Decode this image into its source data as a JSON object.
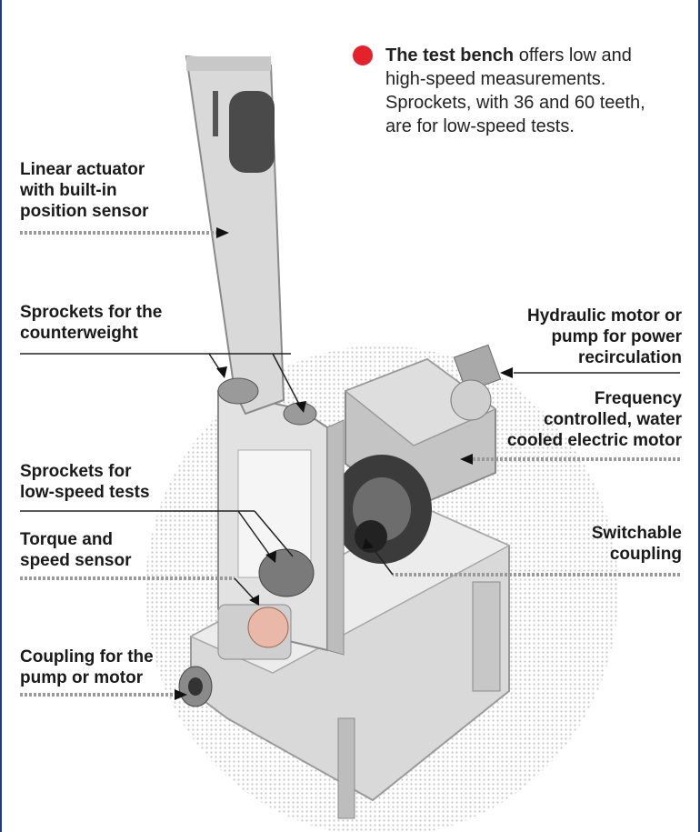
{
  "caption": {
    "bold": "The test bench",
    "rest": " offers low and high-speed measurements. Sprockets, with 36 and 60 teeth, are for low-speed tests."
  },
  "labels": {
    "linear_actuator": "Linear actuator\nwith built-in\nposition sensor",
    "sprockets_counterweight": "Sprockets for the\ncounterweight",
    "sprockets_low_speed": "Sprockets for\nlow-speed tests",
    "torque_sensor": "Torque and\nspeed sensor",
    "coupling_pump": "Coupling for the\npump or motor",
    "hydraulic_motor": "Hydraulic motor or\npump for power\nrecirculation",
    "electric_motor": "Frequency\ncontrolled, water\ncooled electric motor",
    "switchable_coupling": "Switchable\ncoupling"
  },
  "colors": {
    "accent_dot": "#e3222b",
    "frame_border": "#1f3f7a",
    "leader": "#333333"
  }
}
